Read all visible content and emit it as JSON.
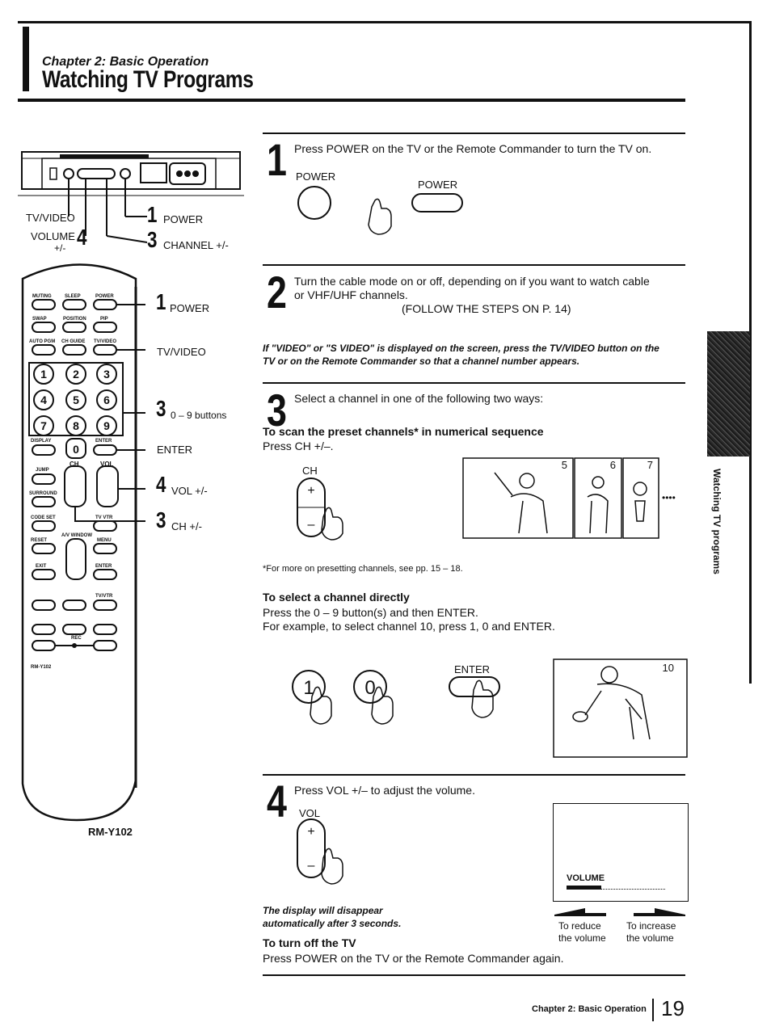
{
  "header": {
    "chapter": "Chapter 2: Basic Operation",
    "title": "Watching TV Programs"
  },
  "side_tab": {
    "label": "Watching TV programs"
  },
  "tv_panel": {
    "labels": {
      "tv_video": "TV/VIDEO",
      "volume": "VOLUME",
      "volume_pm": "+/-",
      "n1": "1",
      "power": "POWER",
      "n3": "3",
      "channel": "CHANNEL +/-",
      "n4": "4"
    }
  },
  "remote": {
    "model": "RM-Y102",
    "small_model": "RM-Y102",
    "keys": {
      "muting": "MUTING",
      "sleep": "SLEEP",
      "power": "POWER",
      "swap": "SWAP",
      "position": "POSITION",
      "pip": "PIP",
      "auto_pgm": "AUTO PGM",
      "ch_guide": "CH GUIDE",
      "tv_video": "TV/VIDEO",
      "display": "DISPLAY",
      "enter": "ENTER",
      "jump": "JUMP",
      "surround": "SURROUND",
      "ch": "CH",
      "vol": "VOL",
      "code_set": "CODE SET",
      "tv_vtr": "TV VTR",
      "reset": "RESET",
      "av_window": "A/V WINDOW",
      "menu": "MENU",
      "exit": "EXIT",
      "enter2": "ENTER",
      "tv_vtr2": "TV/VTR",
      "rec": "REC",
      "digits": [
        "1",
        "2",
        "3",
        "4",
        "5",
        "6",
        "7",
        "8",
        "9",
        "0"
      ]
    },
    "callouts": {
      "n1": "1",
      "power": "POWER",
      "tv_video": "TV/VIDEO",
      "n3a": "3",
      "buttons": "0 – 9 buttons",
      "enter": "ENTER",
      "n4": "4",
      "vol": "VOL +/-",
      "n3b": "3",
      "ch": "CH +/-"
    }
  },
  "step1": {
    "num": "1",
    "text": "Press POWER on the TV or the Remote Commander to turn the TV on.",
    "label_a": "POWER",
    "label_b": "POWER"
  },
  "step2": {
    "num": "2",
    "text_l1": "Turn the cable mode on or off, depending on if you want to watch cable",
    "text_l2": "or VHF/UHF channels.",
    "follow": "(FOLLOW THE STEPS ON P. 14)",
    "note_l1": "If \"VIDEO\" or \"S VIDEO\" is displayed on the screen, press the TV/VIDEO button on the",
    "note_l2": "TV or on the Remote Commander so that a channel number appears."
  },
  "step3": {
    "num": "3",
    "text": "Select a channel in one of the following two ways:",
    "scan_heading": "To scan the preset channels* in numerical sequence",
    "scan_text": "Press CH +/–.",
    "ch_label": "CH",
    "screen_nums": [
      "5",
      "6",
      "7"
    ],
    "ellipsis": "••••",
    "footnote": "*For more on presetting channels, see pp. 15 – 18.",
    "direct_heading": "To select a channel directly",
    "direct_l1": "Press the 0 – 9 button(s) and then ENTER.",
    "direct_l2": "For example, to select channel 10, press 1, 0 and ENTER.",
    "digit1": "1",
    "digit0": "0",
    "enter_label": "ENTER",
    "screen10": "10"
  },
  "step4": {
    "num": "4",
    "text": "Press VOL +/– to adjust the volume.",
    "vol_label": "VOL",
    "osd_label": "VOLUME",
    "note_l1": "The display will disappear",
    "note_l2": "automatically after 3 seconds.",
    "reduce_l1": "To reduce",
    "reduce_l2": "the volume",
    "increase_l1": "To increase",
    "increase_l2": "the volume",
    "volume_level": 0.35
  },
  "turn_off": {
    "heading": "To turn off the TV",
    "text": "Press POWER on the TV or the Remote Commander again."
  },
  "footer": {
    "chapter": "Chapter 2: Basic Operation",
    "page": "19"
  }
}
